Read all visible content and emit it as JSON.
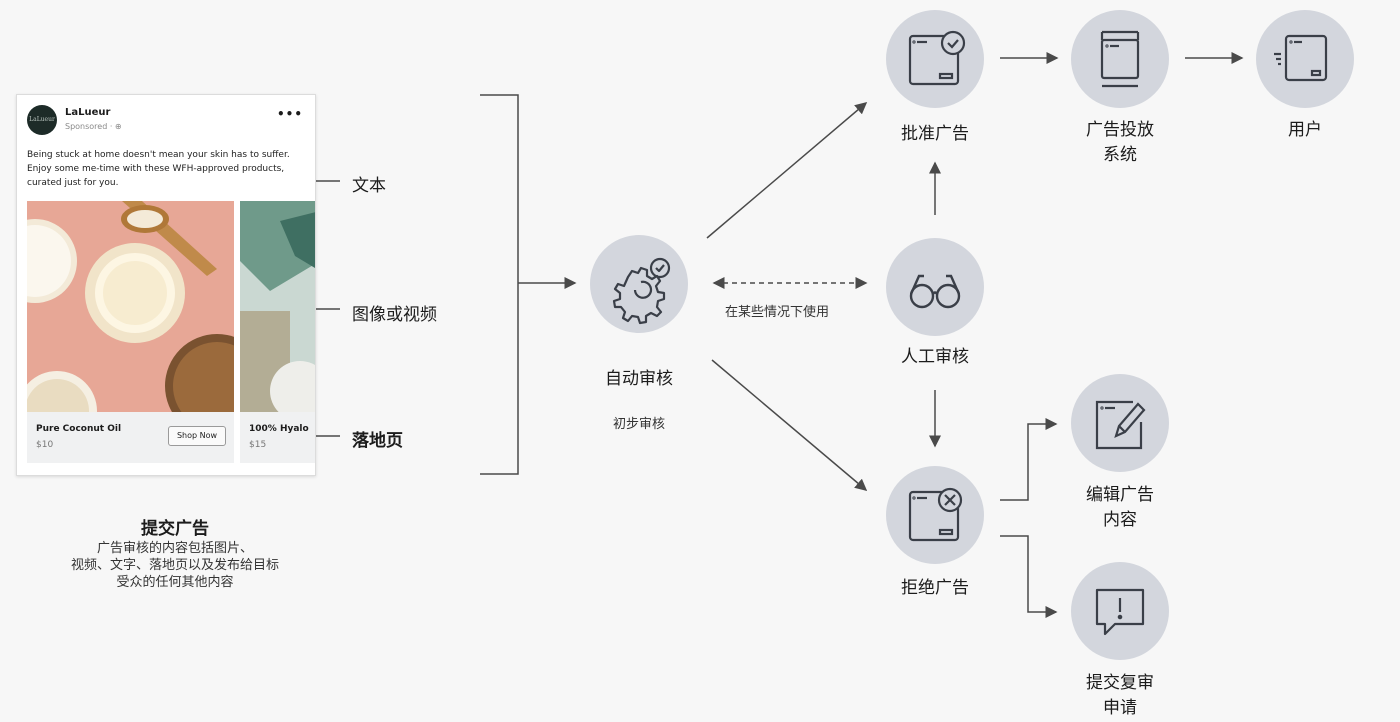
{
  "ad_card": {
    "brand": "LaLueur",
    "avatar_text": "LaLueur",
    "sponsored": "Sponsored · ⊕",
    "more": "•••",
    "text": "Being stuck at home doesn't mean your skin has to suffer. Enjoy some me-time with these WFH-approved products, curated just for you.",
    "products": [
      {
        "name": "Pure Coconut Oil",
        "price": "$10",
        "cta": "Shop Now"
      },
      {
        "name": "100% Hyalo",
        "price": "$15"
      }
    ]
  },
  "callouts": {
    "text": "文本",
    "image_video": "图像或视频",
    "landing_page": "落地页"
  },
  "submit": {
    "title": "提交广告",
    "description_lines": [
      "广告审核的内容包括图片、",
      "视频、文字、落地页以及发布给目标",
      "受众的任何其他内容"
    ]
  },
  "nodes": {
    "auto_review": {
      "label": "自动审核",
      "sub": "初步审核",
      "icon": "gears-icon"
    },
    "human_review": {
      "label": "人工审核",
      "icon": "glasses-icon"
    },
    "dashed_note": "在某些情况下使用",
    "approve": {
      "label": "批准广告",
      "icon": "approved-ad-icon"
    },
    "delivery": {
      "label_lines": [
        "广告投放",
        "系统"
      ],
      "icon": "delivery-system-icon"
    },
    "user": {
      "label": "用户",
      "icon": "user-screen-icon"
    },
    "reject": {
      "label": "拒绝广告",
      "icon": "rejected-ad-icon"
    },
    "edit": {
      "label_lines": [
        "编辑广告",
        "内容"
      ],
      "icon": "edit-ad-icon"
    },
    "appeal": {
      "label_lines": [
        "提交复审",
        "申请"
      ],
      "icon": "appeal-icon"
    }
  },
  "colors": {
    "background": "#f7f7f7",
    "node_fill": "#d3d6dd",
    "icon_stroke": "#3a3f48",
    "arrow": "#4a4a4a"
  }
}
